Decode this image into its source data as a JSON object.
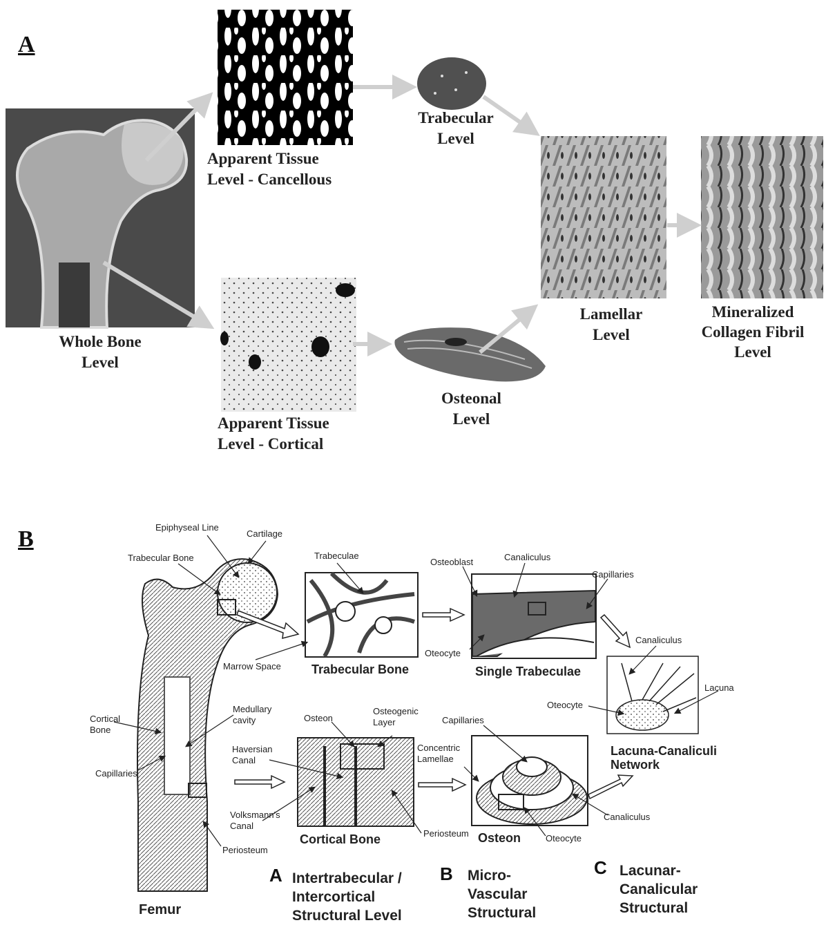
{
  "panel_a": {
    "letter": "A",
    "whole_bone": [
      "Whole Bone",
      "Level"
    ],
    "apparent_cancellous": [
      "Apparent Tissue",
      "Level - Cancellous"
    ],
    "apparent_cortical": [
      "Apparent Tissue",
      "Level - Cortical"
    ],
    "trabecular": [
      "Trabecular",
      "Level"
    ],
    "osteonal": [
      "Osteonal",
      "Level"
    ],
    "lamellar": [
      "Lamellar",
      "Level"
    ],
    "mineralized": [
      "Mineralized",
      "Collagen Fibril",
      "Level"
    ]
  },
  "panel_b": {
    "letter": "B",
    "labels": {
      "epiphyseal_line": "Epiphyseal Line",
      "cartilage": "Cartilage",
      "trabecular_bone_label": "Trabecular Bone",
      "marrow_space": "Marrow Space",
      "cortical_bone": [
        "Cortical",
        "Bone"
      ],
      "medullary_cavity": [
        "Medullary",
        "cavity"
      ],
      "capillaries_femur": "Capillaries",
      "periosteum_femur": "Periosteum",
      "trabeculae": "Trabeculae",
      "haversian_canal": [
        "Haversian",
        "Canal"
      ],
      "volksmanns_canal": [
        "Volksmann's",
        "Canal"
      ],
      "osteon_label": "Osteon",
      "osteogenic_layer": [
        "Osteogenic",
        "Layer"
      ],
      "periosteum_cortical": "Periosteum",
      "osteoblast": "Osteoblast",
      "canaliculus_top": "Canaliculus",
      "capillaries_top": "Capillaries",
      "osteocyte_trab": "Oteocyte",
      "capillaries_osteon": "Capillaries",
      "concentric_lamellae": [
        "Concentric",
        "Lamellae"
      ],
      "canaliculus_osteon": "Canaliculus",
      "osteocyte_osteon": "Oteocyte",
      "canaliculus_lac": "Canaliculus",
      "lacuna": "Lacuna",
      "osteocyte_lac": "Oteocyte"
    },
    "captions": {
      "trabecular_bone": "Trabecular Bone",
      "single_trabeculae": "Single Trabeculae",
      "lacuna_network": [
        "Lacuna-Canaliculi",
        "Network"
      ],
      "cortical_bone": "Cortical Bone",
      "osteon": "Osteon",
      "femur": "Femur"
    },
    "levels": [
      {
        "letter": "A",
        "lines": [
          "Intertrabecular /",
          "Intercortical",
          "Structural Level"
        ]
      },
      {
        "letter": "B",
        "lines": [
          "Micro-",
          "Vascular",
          "Structural"
        ]
      },
      {
        "letter": "C",
        "lines": [
          "Lacunar-",
          "Canalicular",
          "Structural"
        ]
      }
    ]
  },
  "colors": {
    "arrow_gray": "#cfcfcf",
    "panel_a_bg": "#ffffff",
    "femur_bg": "#4a4a4a",
    "ink": "#222222"
  }
}
